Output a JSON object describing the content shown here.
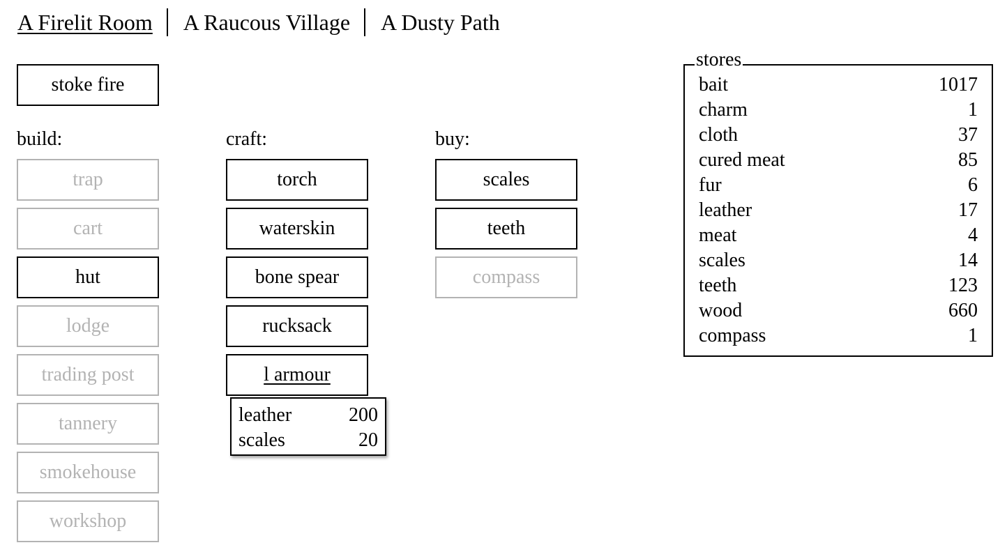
{
  "tabs": [
    {
      "label": "A Firelit Room",
      "active": true
    },
    {
      "label": "A Raucous Village",
      "active": false
    },
    {
      "label": "A Dusty Path",
      "active": false
    }
  ],
  "main": {
    "stoke_fire_label": "stoke fire"
  },
  "build": {
    "heading": "build:",
    "items": [
      {
        "label": "trap",
        "enabled": false
      },
      {
        "label": "cart",
        "enabled": false
      },
      {
        "label": "hut",
        "enabled": true
      },
      {
        "label": "lodge",
        "enabled": false
      },
      {
        "label": "trading post",
        "enabled": false
      },
      {
        "label": "tannery",
        "enabled": false
      },
      {
        "label": "smokehouse",
        "enabled": false
      },
      {
        "label": "workshop",
        "enabled": false
      }
    ]
  },
  "craft": {
    "heading": "craft:",
    "items": [
      {
        "label": "torch",
        "enabled": true
      },
      {
        "label": "waterskin",
        "enabled": true
      },
      {
        "label": "bone spear",
        "enabled": true
      },
      {
        "label": "rucksack",
        "enabled": true
      },
      {
        "label": "l armour",
        "enabled": true
      }
    ]
  },
  "buy": {
    "heading": "buy:",
    "items": [
      {
        "label": "scales",
        "enabled": true
      },
      {
        "label": "teeth",
        "enabled": true
      },
      {
        "label": "compass",
        "enabled": false
      }
    ]
  },
  "tooltip": {
    "rows": [
      {
        "name": "leather",
        "value": "200"
      },
      {
        "name": "scales",
        "value": "20"
      }
    ]
  },
  "stores": {
    "title": "stores",
    "items": [
      {
        "name": "bait",
        "value": "1017"
      },
      {
        "name": "charm",
        "value": "1"
      },
      {
        "name": "cloth",
        "value": "37"
      },
      {
        "name": "cured meat",
        "value": "85"
      },
      {
        "name": "fur",
        "value": "6"
      },
      {
        "name": "leather",
        "value": "17"
      },
      {
        "name": "meat",
        "value": "4"
      },
      {
        "name": "scales",
        "value": "14"
      },
      {
        "name": "teeth",
        "value": "123"
      },
      {
        "name": "wood",
        "value": "660"
      },
      {
        "name": "compass",
        "value": "1"
      }
    ]
  }
}
